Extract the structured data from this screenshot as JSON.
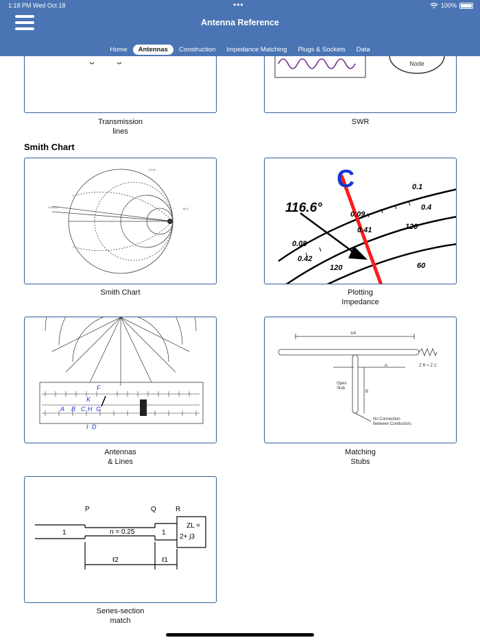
{
  "status": {
    "time": "1:18 PM",
    "date": "Wed Oct 18",
    "battery": "100%"
  },
  "header": {
    "title": "Antenna Reference",
    "menu_icon": "hamburger-menu-icon"
  },
  "tabs": [
    {
      "label": "Home",
      "active": false
    },
    {
      "label": "Antennas",
      "active": true
    },
    {
      "label": "Construction",
      "active": false
    },
    {
      "label": "Impedance Matching",
      "active": false
    },
    {
      "label": "Plugs & Sockets",
      "active": false
    },
    {
      "label": "Data",
      "active": false
    }
  ],
  "sections": {
    "smith_chart": "Smith Chart"
  },
  "cards": {
    "transmission_lines": "Transmission\nlines",
    "swr": "SWR",
    "smith_chart": "Smith Chart",
    "plotting_impedance": "Plotting\nImpedance",
    "antennas_lines": "Antennas\n& Lines",
    "matching_stubs": "Matching\nStubs",
    "series_section": "Series-section\nmatch"
  },
  "figures": {
    "swr_node": "Node",
    "plot_letter": "C",
    "plot_angle": "116.6°",
    "plot_scale": [
      "0.1",
      "0.4",
      "0.09",
      "0.41",
      "120",
      "0.08",
      "0.42",
      "120",
      "60"
    ],
    "stub_lambda": "λ/4",
    "stub_a": "A",
    "stub_b": "B",
    "stub_open": "Open\nStub",
    "stub_zr": "Z R < Z C",
    "stub_note": "No Connection\nBetween Conductors",
    "series_p": "P",
    "series_q": "Q",
    "series_r": "R",
    "series_n": "n = 0.25",
    "series_1a": "1",
    "series_1b": "1",
    "series_zl": "ZL =",
    "series_zval": "2+ j3",
    "series_l2": "ℓ2",
    "series_l1": "ℓ1",
    "al_letters": [
      "A",
      "B",
      "C",
      "H",
      "G",
      "K",
      "F",
      "I",
      "D"
    ]
  }
}
